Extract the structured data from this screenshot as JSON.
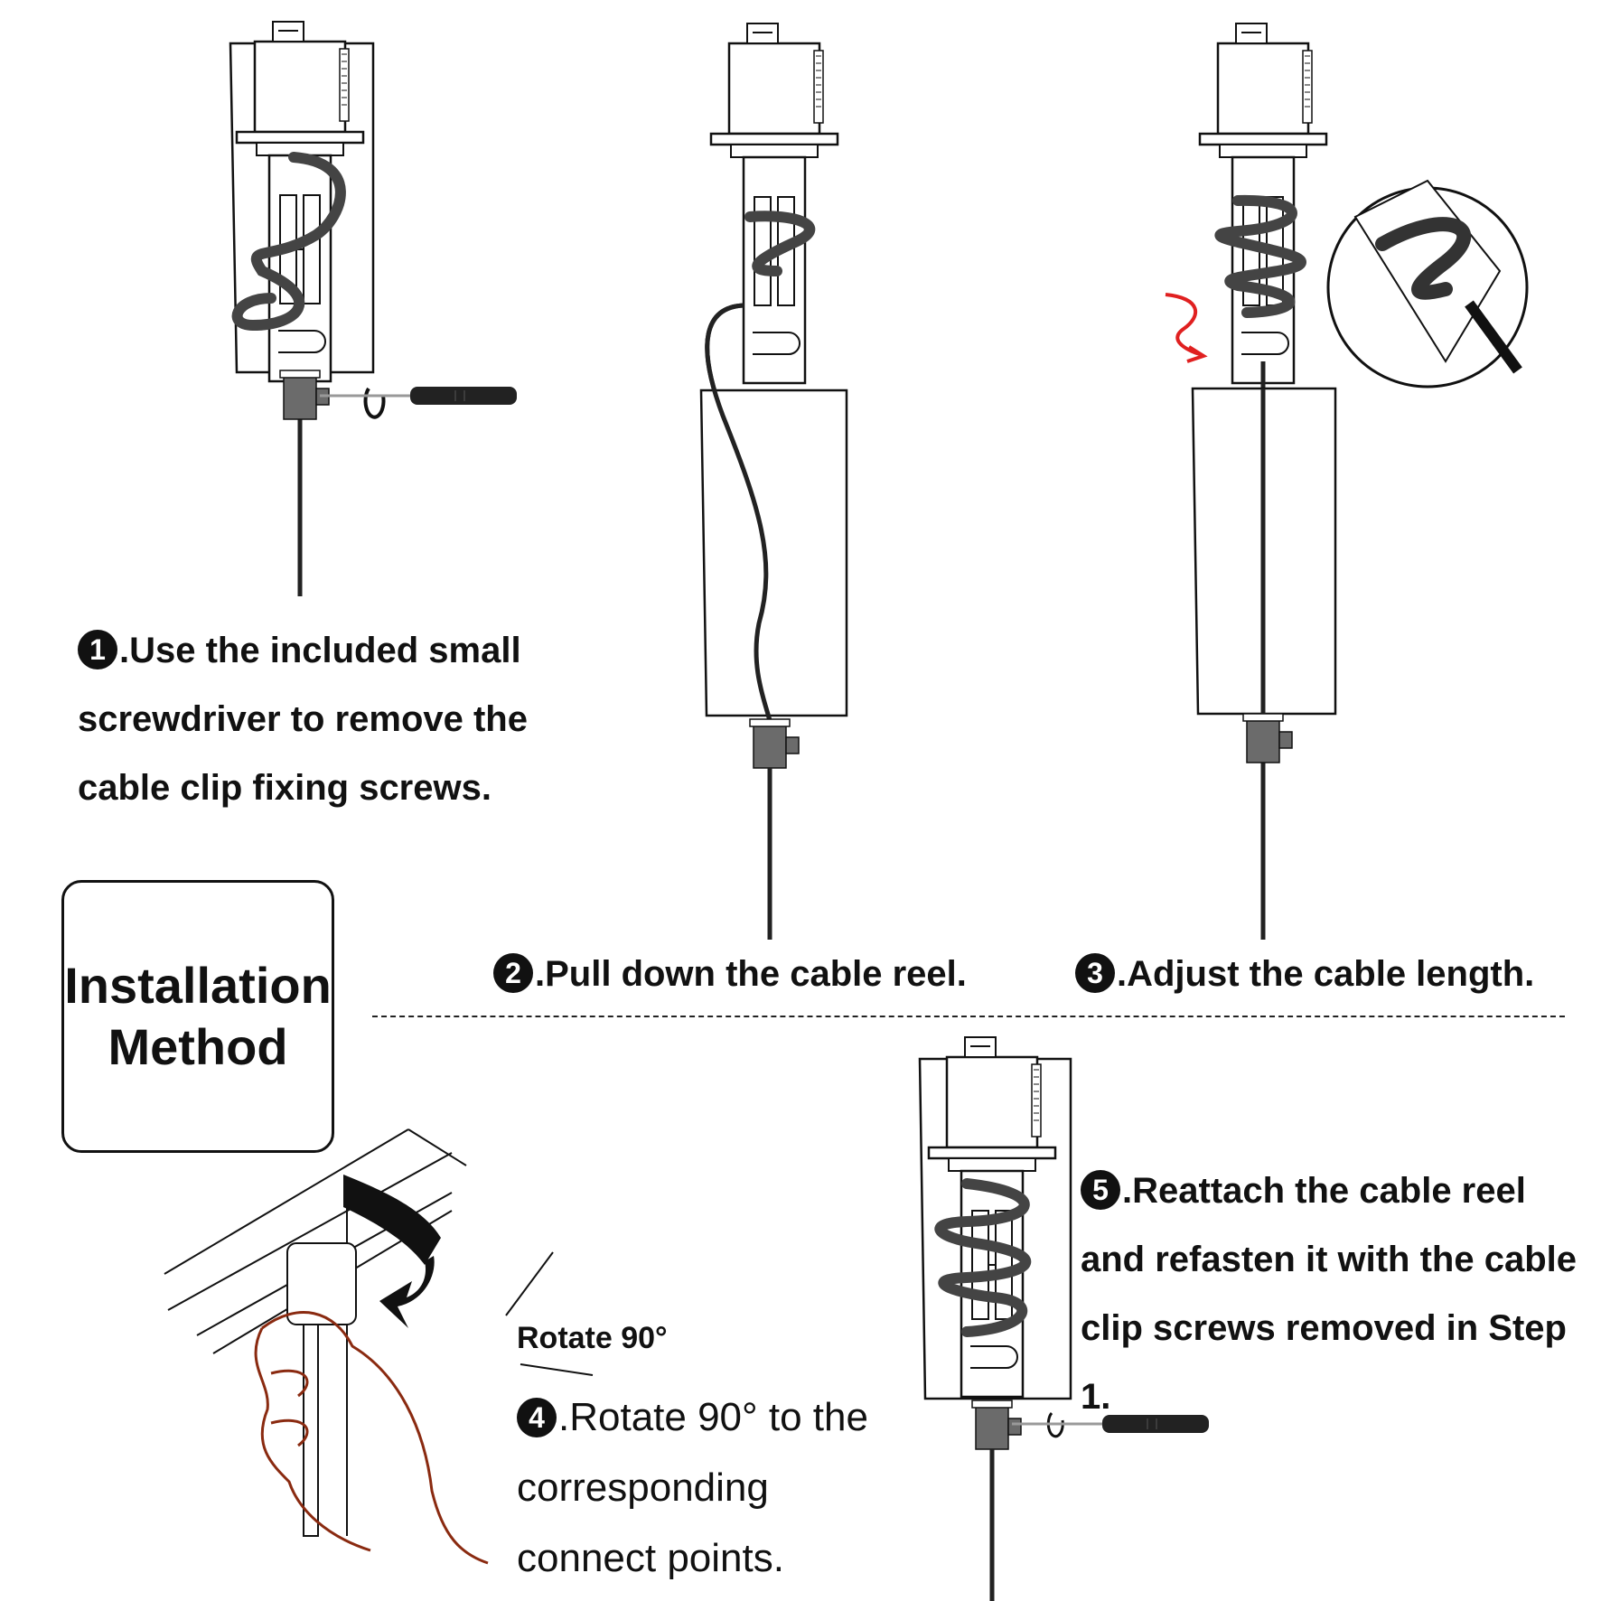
{
  "title": {
    "line1": "Installation",
    "line2": "Method"
  },
  "steps": [
    {
      "num": "1",
      "text": ".Use the included small screwdriver to remove the cable clip fixing screws."
    },
    {
      "num": "2",
      "text": ".Pull down the cable reel."
    },
    {
      "num": "3",
      "text": ".Adjust the cable length."
    },
    {
      "num": "4",
      "text": ".Rotate 90° to the corresponding connect points."
    },
    {
      "num": "5",
      "text": ".Reattach the cable reel and refasten it with the cable clip screws removed in Step 1."
    }
  ],
  "rotate_label": "Rotate 90°",
  "colors": {
    "ink": "#111111",
    "cable": "#2b2b2b",
    "clip": "#6b6b6b",
    "arrow": "#e02020",
    "hand": "#8a2a10"
  }
}
